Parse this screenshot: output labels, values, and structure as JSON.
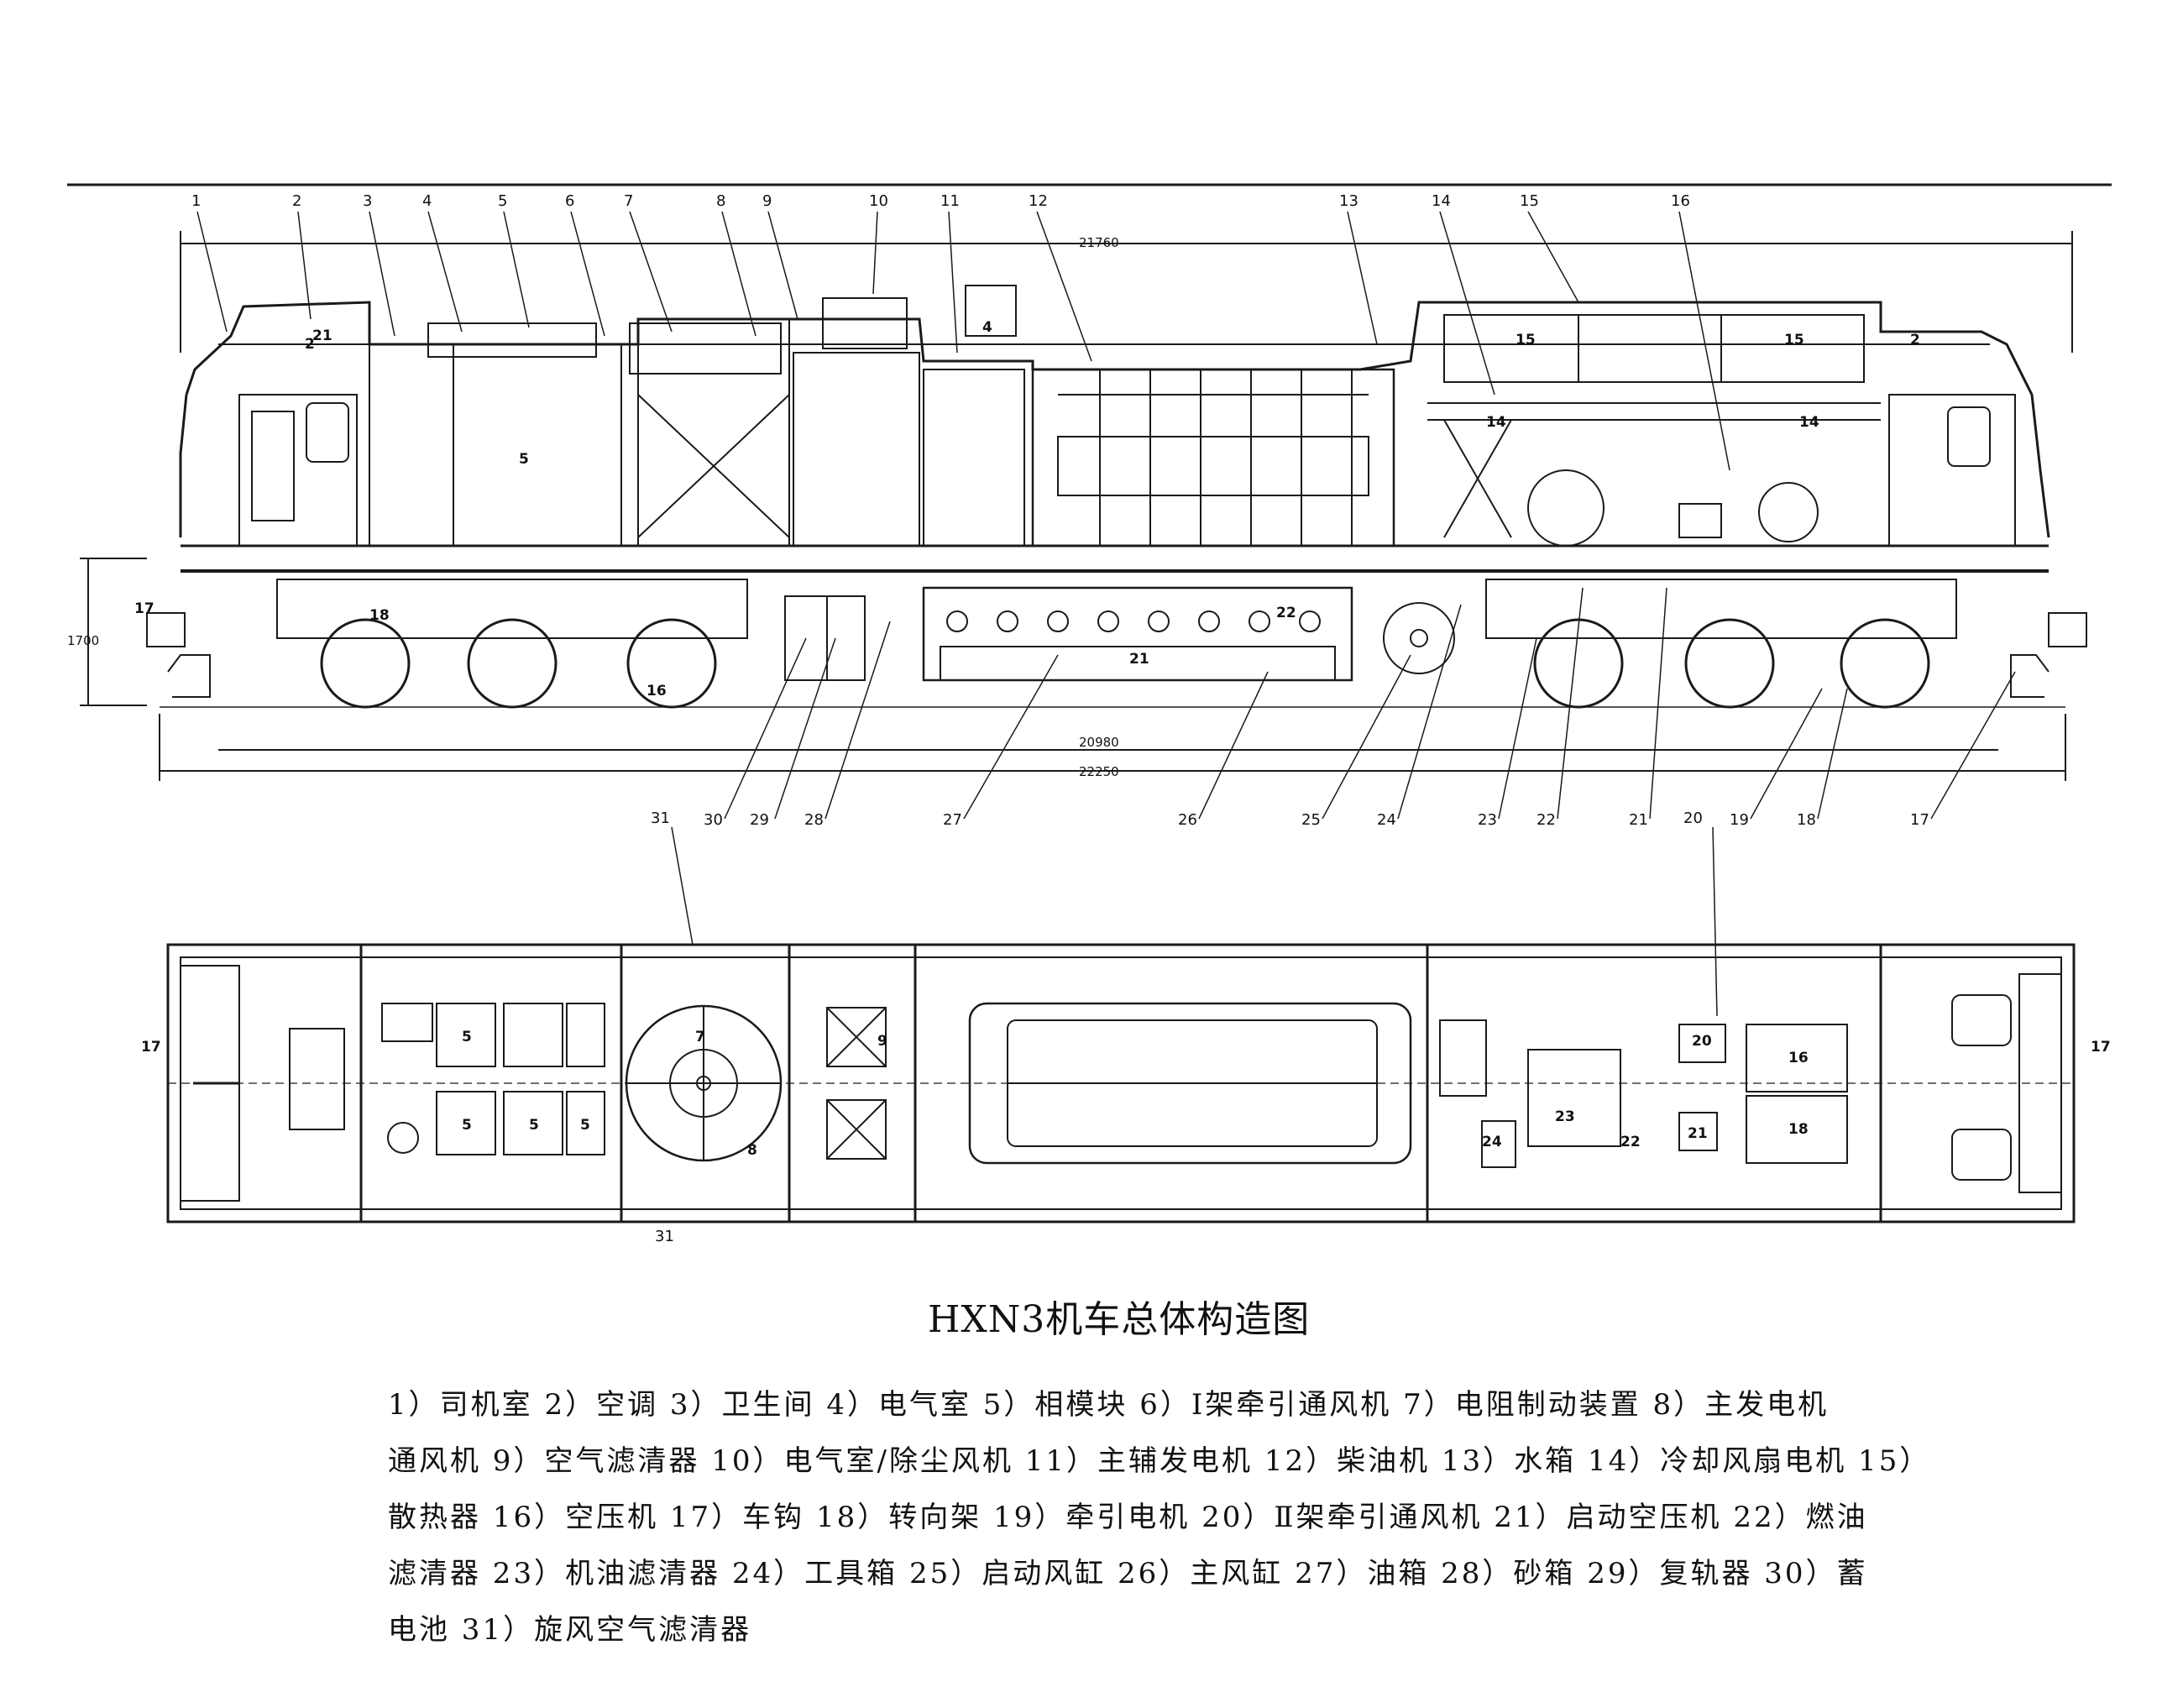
{
  "caption": "HXN3机车总体构造图",
  "legend_lines": [
    "1）司机室 2）空调 3）卫生间 4）电气室 5）相模块 6）Ⅰ架牵引通风机 7）电阻制动装置 8）主发电机",
    "通风机 9）空气滤清器 10）电气室/除尘风机 11）主辅发电机 12）柴油机 13）水箱 14）冷却风扇电机 15）",
    "散热器 16）空压机 17）车钩 18）转向架 19）牵引电机 20）Ⅱ架牵引通风机 21）启动空压机 22）燃油",
    "滤清器 23）机油滤清器 24）工具箱 25）启动风缸 26）主风缸 27）油箱 28）砂箱 29）复轨器 30）蓄",
    "电池 31）旋风空气滤清器"
  ],
  "side_view": {
    "dimensions": {
      "overall_top": "21760",
      "inner_bottom": "20980",
      "overall_bottom": "22250",
      "height": "1700"
    },
    "top_callouts": [
      "1",
      "2",
      "3",
      "4",
      "5",
      "6",
      "7",
      "8",
      "9",
      "10",
      "11",
      "12",
      "13",
      "14",
      "15",
      "16"
    ],
    "bottom_callouts": [
      "30",
      "29",
      "28",
      "27",
      "26",
      "25",
      "24",
      "23",
      "22",
      "21",
      "19",
      "18",
      "17"
    ],
    "inline_labels": [
      "21",
      "2",
      "5",
      "18",
      "16",
      "15",
      "15",
      "14",
      "14",
      "2",
      "22",
      "21",
      "4",
      "17"
    ]
  },
  "plan_view": {
    "top_callouts": [
      "31",
      "20"
    ],
    "inline_labels": [
      "17",
      "17",
      "5",
      "5",
      "5",
      "5",
      "7",
      "9",
      "8",
      "20",
      "16",
      "21",
      "18",
      "23",
      "24",
      "22",
      "31"
    ]
  }
}
